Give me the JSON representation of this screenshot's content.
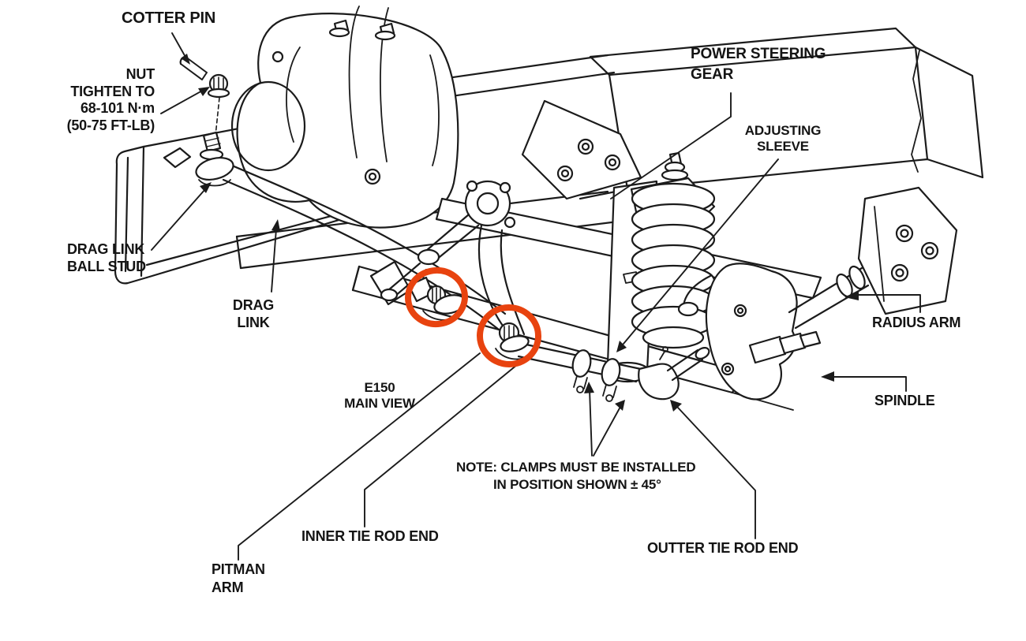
{
  "figure": {
    "description": "Ford E150 front suspension and steering linkage service-manual line diagram",
    "background": "#ffffff",
    "ink_color": "#1b1b1b",
    "highlight_color": "#e8430f",
    "highlight_circle_count": 2
  },
  "labels": {
    "cotter_pin": "COTTER PIN",
    "nut": [
      "NUT",
      "TIGHTEN TO",
      "68-101 N·m",
      "(50-75 FT-LB)"
    ],
    "drag_link_ball_stud": [
      "DRAG LINK",
      "BALL STUD"
    ],
    "drag_link": [
      "DRAG",
      "LINK"
    ],
    "power_steering_gear": [
      "POWER STEERING",
      "GEAR"
    ],
    "adjusting_sleeve": [
      "ADJUSTING",
      "SLEEVE"
    ],
    "radius_arm": "RADIUS ARM",
    "spindle": "SPINDLE",
    "view": [
      "E150",
      "MAIN VIEW"
    ],
    "note": [
      "NOTE:  CLAMPS MUST BE INSTALLED",
      "IN POSITION SHOWN ± 45°"
    ],
    "inner_tie_rod_end": "INNER TIE ROD END",
    "outter_tie_rod_end": "OUTTER TIE ROD END",
    "pitman_arm": [
      "PITMAN",
      "ARM"
    ]
  }
}
